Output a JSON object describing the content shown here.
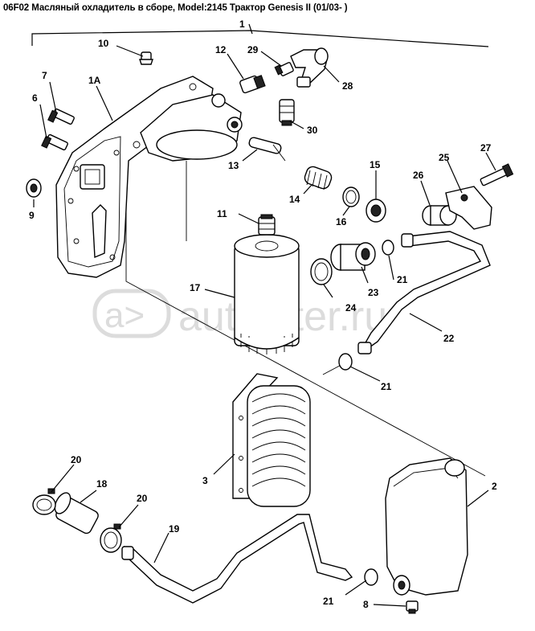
{
  "title": "06F02 Масляный охладитель в сборе, Model:2145 Трактор Genesis II (01/03- )",
  "watermark": {
    "text": "autopiter.ru",
    "badge": "a>",
    "color": "#d9d9d9"
  },
  "callouts": [
    {
      "id": "c-1",
      "text": "1"
    },
    {
      "id": "c-1a",
      "text": "1A"
    },
    {
      "id": "c-2",
      "text": "2"
    },
    {
      "id": "c-3",
      "text": "3"
    },
    {
      "id": "c-6",
      "text": "6"
    },
    {
      "id": "c-7",
      "text": "7"
    },
    {
      "id": "c-8",
      "text": "8"
    },
    {
      "id": "c-9",
      "text": "9"
    },
    {
      "id": "c-10",
      "text": "10"
    },
    {
      "id": "c-11",
      "text": "11"
    },
    {
      "id": "c-12",
      "text": "12"
    },
    {
      "id": "c-13",
      "text": "13"
    },
    {
      "id": "c-14",
      "text": "14"
    },
    {
      "id": "c-15",
      "text": "15"
    },
    {
      "id": "c-16",
      "text": "16"
    },
    {
      "id": "c-17",
      "text": "17"
    },
    {
      "id": "c-18",
      "text": "18"
    },
    {
      "id": "c-19",
      "text": "19"
    },
    {
      "id": "c-20a",
      "text": "20"
    },
    {
      "id": "c-20b",
      "text": "20"
    },
    {
      "id": "c-21a",
      "text": "21"
    },
    {
      "id": "c-21b",
      "text": "21"
    },
    {
      "id": "c-21c",
      "text": "21"
    },
    {
      "id": "c-22",
      "text": "22"
    },
    {
      "id": "c-23",
      "text": "23"
    },
    {
      "id": "c-24",
      "text": "24"
    },
    {
      "id": "c-25",
      "text": "25"
    },
    {
      "id": "c-26",
      "text": "26"
    },
    {
      "id": "c-27",
      "text": "27"
    },
    {
      "id": "c-28",
      "text": "28"
    },
    {
      "id": "c-29",
      "text": "29"
    },
    {
      "id": "c-30",
      "text": "30"
    }
  ]
}
